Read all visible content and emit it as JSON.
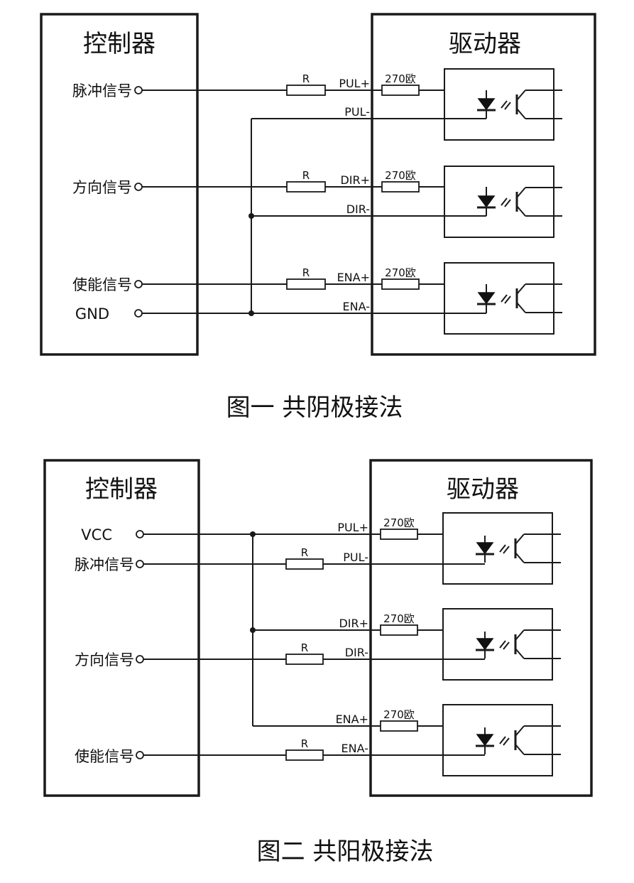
{
  "diagram1": {
    "controller_title": "控制器",
    "driver_title": "驱动器",
    "signals": {
      "pulse": "脉冲信号",
      "direction": "方向信号",
      "enable": "使能信号",
      "gnd": "GND"
    },
    "pins": {
      "pul_p": "PUL+",
      "pul_n": "PUL-",
      "dir_p": "DIR+",
      "dir_n": "DIR-",
      "ena_p": "ENA+",
      "ena_n": "ENA-"
    },
    "resistor_label": "R",
    "internal_resistor": "270欧",
    "caption": "图一  共阴极接法"
  },
  "diagram2": {
    "controller_title": "控制器",
    "driver_title": "驱动器",
    "signals": {
      "vcc": "VCC",
      "pulse": "脉冲信号",
      "direction": "方向信号",
      "enable": "使能信号"
    },
    "pins": {
      "pul_p": "PUL+",
      "pul_n": "PUL-",
      "dir_p": "DIR+",
      "dir_n": "DIR-",
      "ena_p": "ENA+",
      "ena_n": "ENA-"
    },
    "resistor_label": "R",
    "internal_resistor": "270欧",
    "caption": "图二  共阳极接法"
  }
}
